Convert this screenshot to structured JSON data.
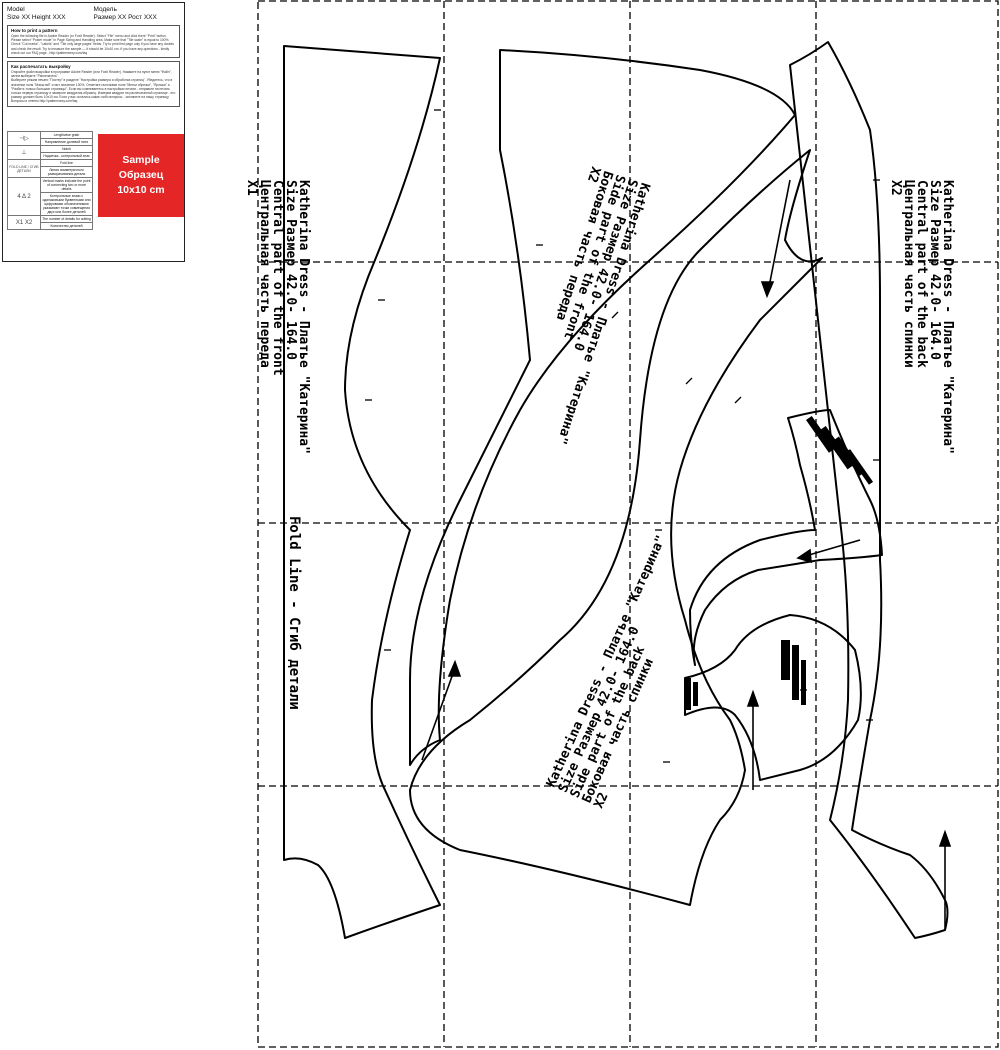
{
  "legend": {
    "model_en": "Model",
    "size_en": "Size XX Height XXX",
    "model_ru": "Модель",
    "size_ru": "Размер XX Рост XXX",
    "print_title_en": "How to print a pattern",
    "print_text_en": "Open the following file in Adobe Reader (or Foxit Reader). Select \"File\" menu and click there \"Print\" button.\nPlease select \"Poster mode\" in Page Sizing and Handling area. Make sure that \"Tile scale\" is equal to 100%. Check \"Cut marks\", \"Labels\" and \"Tile only large pages\" fields. Try to print first page only if you have any doubts and check the result. Try to measure the sample — it should be 10x10 cm. If you have any questions - kindly check out our FAQ page - http://patternsexy.com/faq",
    "print_title_ru": "Как распечатать выкройку",
    "print_text_ru": "Откройте файл выкройки в программе Adobe Reader (или Foxit Reader). Нажмите на пункт меню \"Файл\", затем выберите \"Распечатать\".\nВыберите режим печати \"Постер\" в разделе \"Настройка размера и обработка страниц\". Убедитесь, что в значении поля \"Масштаб\" стоит значение 100%. Отметьте галочками поля \"Метки обрезки\", \"Ярлыки\" и \"Разбить только большие страницы\". Если вы сомневаетесь в настройках печати - отправьте на печать только первую страницу и замерьте квадратик-образец. Измерив квадрат на распечатанной странице - его размер должен быть 10х10 см. Если у вас остались какие-либо вопросы - загляните на нашу страницу Вопросы и ответы http://patternsexy.com/faq",
    "symbols": [
      {
        "sym": "⊣▷",
        "desc": "Lengthwise grain"
      },
      {
        "sym": "",
        "desc": "Направление долевой нити"
      },
      {
        "sym": "⊥",
        "desc": "Notch"
      },
      {
        "sym": "",
        "desc": "Надсечка - контрольный знак"
      },
      {
        "sym": "FOLD LINE / СГИБ ДЕТАЛИ",
        "desc": "Fold line"
      },
      {
        "sym": "",
        "desc": "Линия симметричного разворачивания детали"
      },
      {
        "sym": "4 Δ 2",
        "desc": "Vertical marks indicate the point of connecting two or more details"
      },
      {
        "sym": "",
        "desc": "Контрольные знаки с одинаковыми буквенными или цифровыми обозначениями указывают точки совмещения двух или более деталей"
      },
      {
        "sym": "X1 X2",
        "desc": "The number of details for cutting"
      },
      {
        "sym": "",
        "desc": "Количество деталей"
      }
    ],
    "sample_ru": "Образец",
    "sample_en": "Sample",
    "sample_size": "10x10 cm"
  },
  "pieces": {
    "front_center": {
      "line1": "Katherina Dress - Платье \"Катерина\"",
      "line2": "Size Размер 42.0- 164.0",
      "line3": "Central part of the front",
      "line4": "Центральная часть переда",
      "line5": "X1"
    },
    "front_side": {
      "line1": "Katherina Dress - Платье \"Катерина\"",
      "line2": "Size Размер 42.0- 164.0",
      "line3": "Side part of the front",
      "line4": "Боковая часть переда",
      "line5": "X2"
    },
    "back_side": {
      "line1": "Katherina Dress - Платье \"Катерина\"",
      "line2": "Size Размер 42.0- 164.0",
      "line3": "Side part of the back",
      "line4": "Боковая часть спинки",
      "line5": "X2"
    },
    "back_center": {
      "line1": "Katherina Dress - Платье \"Катерина\"",
      "line2": "Size Размер 42.0- 164.0",
      "line3": "Central part of the back",
      "line4": "Центральная часть спинки",
      "line5": "X2"
    },
    "fold_line": "Fold Line - Сгиб детали"
  }
}
